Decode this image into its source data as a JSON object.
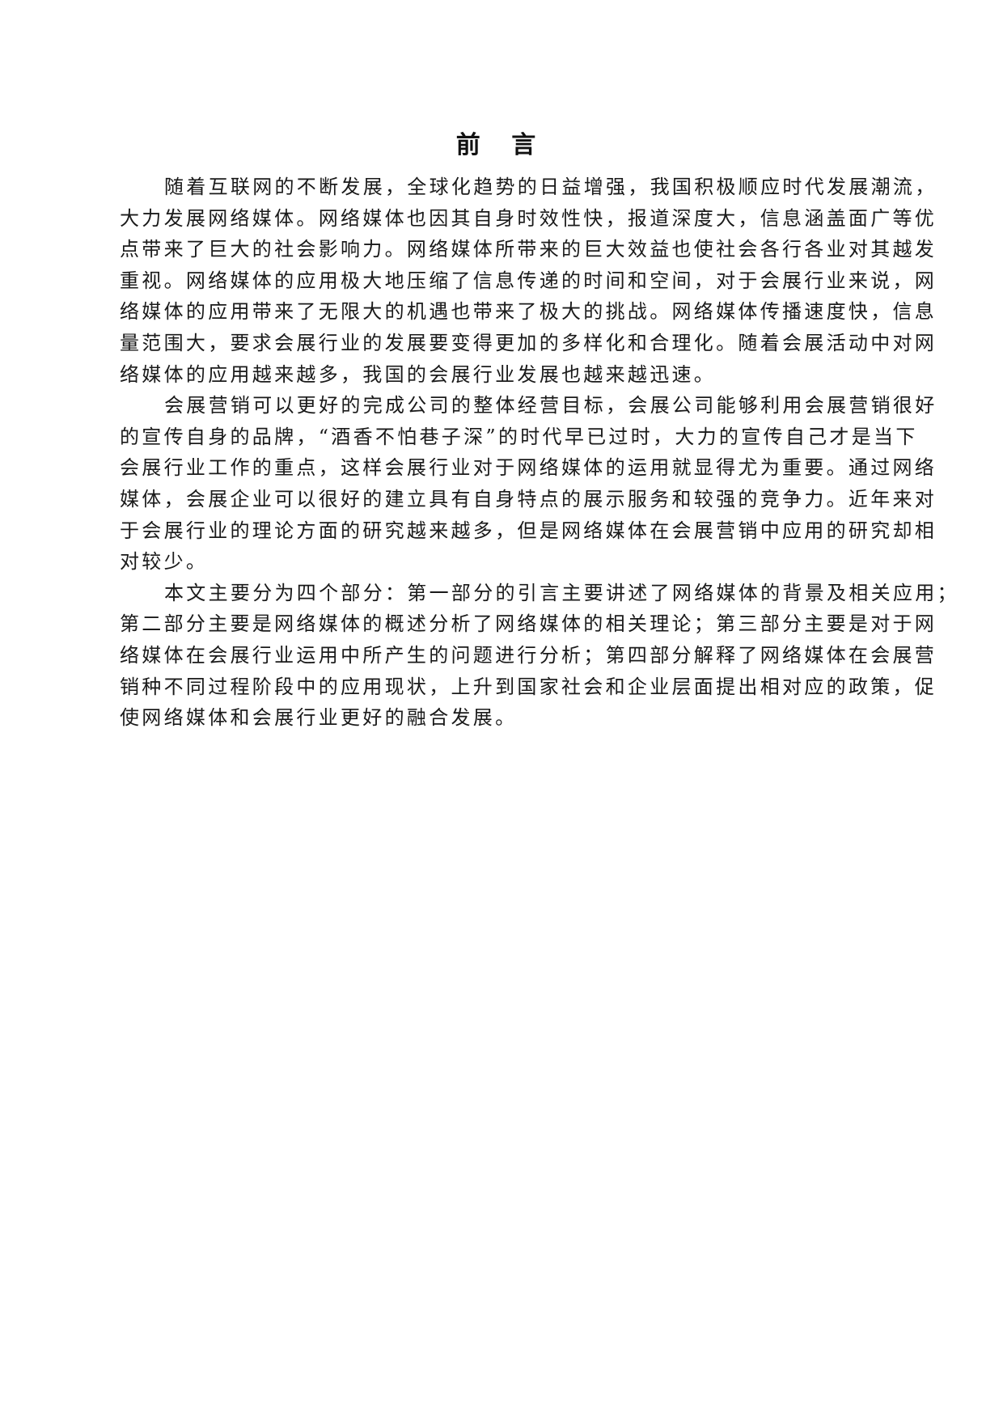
{
  "document": {
    "title": "前 言",
    "paragraphs": [
      {
        "lines": [
          "随着互联网的不断发展，全球化趋势的日益增强，我国积极顺应时代发展潮流，",
          "大力发展网络媒体。网络媒体也因其自身时效性快，报道深度大，信息涵盖面广等优",
          "点带来了巨大的社会影响力。网络媒体所带来的巨大效益也使社会各行各业对其越发",
          "重视。网络媒体的应用极大地压缩了信息传递的时间和空间，对于会展行业来说，网",
          "络媒体的应用带来了无限大的机遇也带来了极大的挑战。网络媒体传播速度快，信息",
          "量范围大，要求会展行业的发展要变得更加的多样化和合理化。随着会展活动中对网",
          "络媒体的应用越来越多，我国的会展行业发展也越来越迅速。"
        ]
      },
      {
        "lines": [
          "会展营销可以更好的完成公司的整体经营目标，会展公司能够利用会展营销很好",
          "的宣传自身的品牌，“酒香不怕巷子深”的时代早已过时，大力的宣传自己才是当下",
          "会展行业工作的重点，这样会展行业对于网络媒体的运用就显得尤为重要。通过网络",
          "媒体，会展企业可以很好的建立具有自身特点的展示服务和较强的竞争力。近年来对",
          "于会展行业的理论方面的研究越来越多，但是网络媒体在会展营销中应用的研究却相",
          "对较少。"
        ]
      },
      {
        "lines": [
          "本文主要分为四个部分：第一部分的引言主要讲述了网络媒体的背景及相关应用；",
          "第二部分主要是网络媒体的概述分析了网络媒体的相关理论；第三部分主要是对于网",
          "络媒体在会展行业运用中所产生的问题进行分析；第四部分解释了网络媒体在会展营",
          "销种不同过程阶段中的应用现状，上升到国家社会和企业层面提出相对应的政策，促",
          "使网络媒体和会展行业更好的融合发展。"
        ]
      }
    ]
  }
}
